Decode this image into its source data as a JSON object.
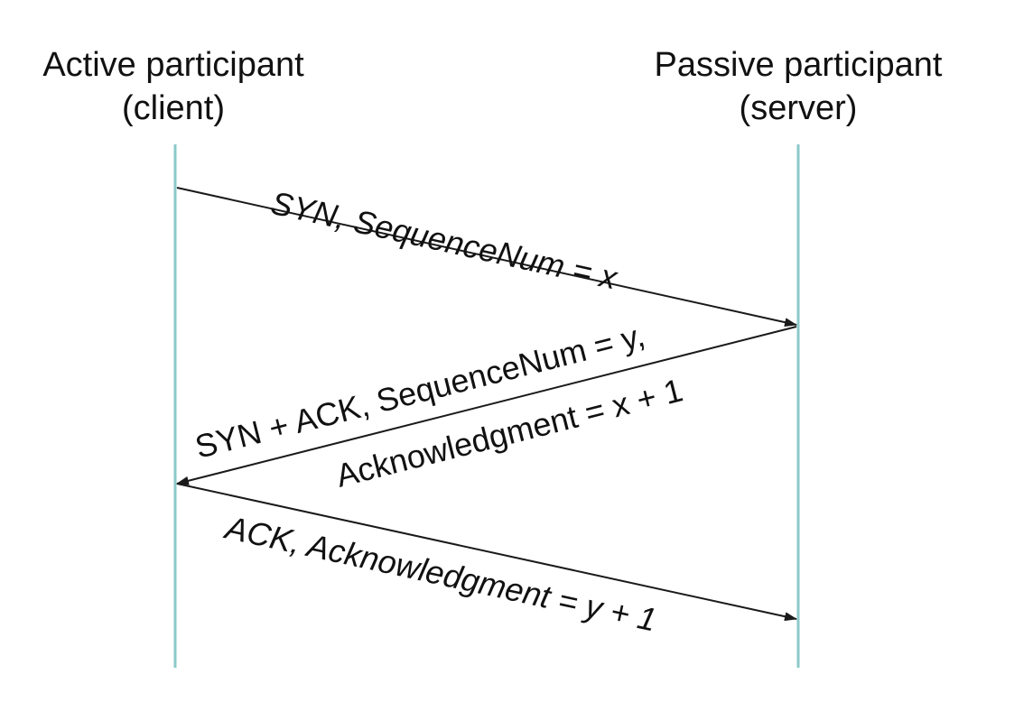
{
  "colors": {
    "lifeline": "#8cc9c9",
    "arrow": "#1a1a1a",
    "text": "#111111",
    "background": "#ffffff"
  },
  "participants": {
    "client": {
      "role": "Active participant",
      "name": "(client)"
    },
    "server": {
      "role": "Passive participant",
      "name": "(server)"
    }
  },
  "messages": [
    {
      "id": "syn",
      "direction": "client-to-server",
      "label_lines": [
        "SYN, SequenceNum = x"
      ]
    },
    {
      "id": "syn-ack",
      "direction": "server-to-client",
      "label_lines": [
        "SYN + ACK, SequenceNum = y,",
        "Acknowledgment = x + 1"
      ]
    },
    {
      "id": "ack",
      "direction": "client-to-server",
      "label_lines": [
        "ACK, Acknowledgment = y + 1"
      ]
    }
  ]
}
